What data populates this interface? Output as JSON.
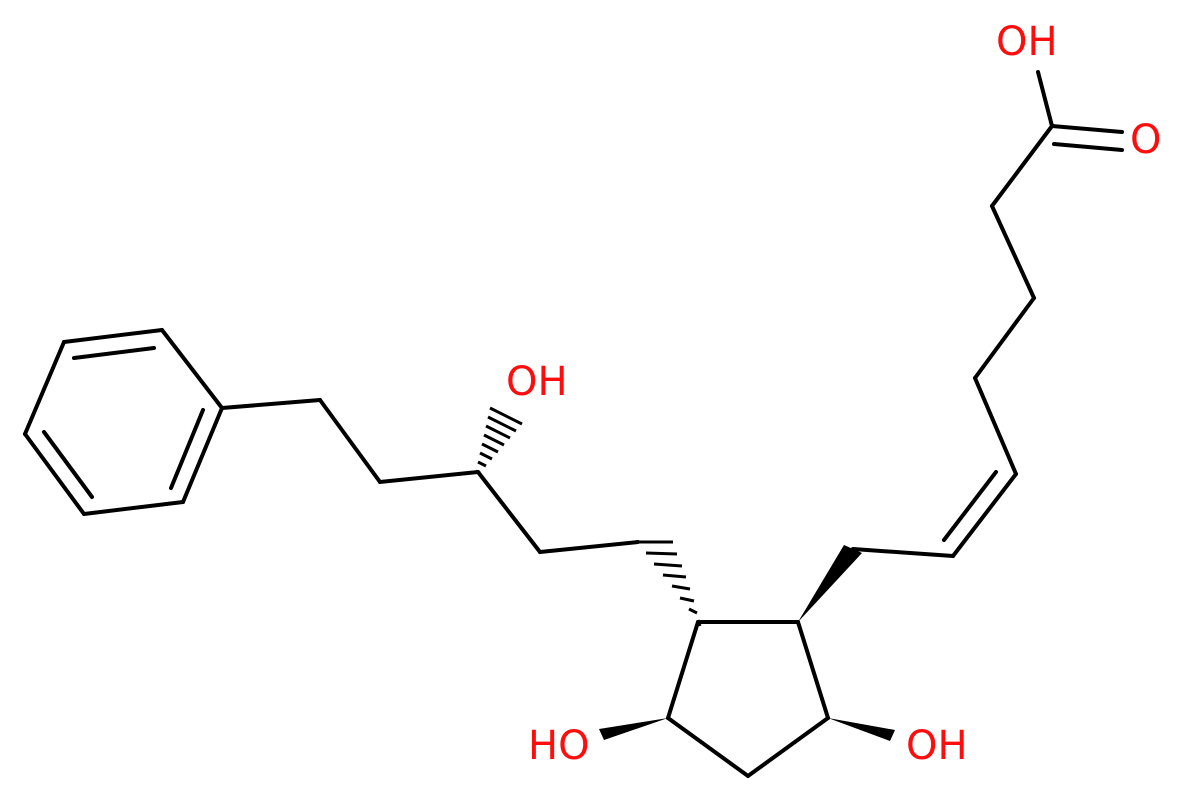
{
  "diagram": {
    "atom_labels": {
      "acid_oh": "OH",
      "acid_o": "O",
      "side_chain_oh": "OH",
      "ring_oh_left": "HO",
      "ring_oh_right": "OH"
    },
    "colors": {
      "heteroatom": "#ff0d0d",
      "bond": "#000000",
      "background": "#ffffff"
    }
  }
}
